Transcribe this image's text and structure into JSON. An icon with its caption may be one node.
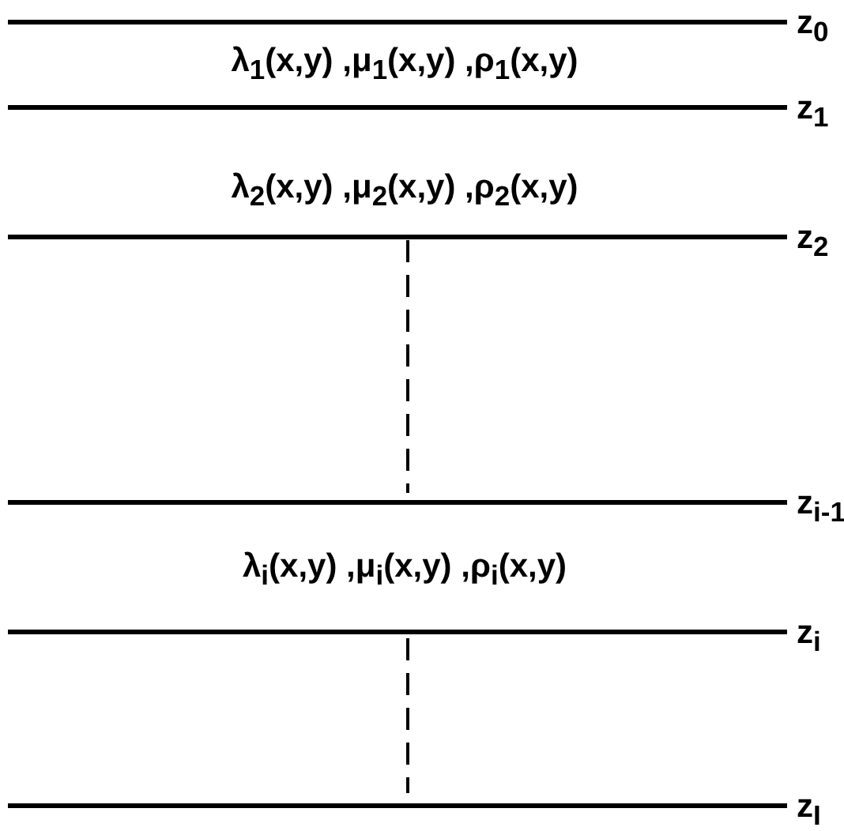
{
  "diagram": {
    "labels": [
      "z$_{0}$",
      "λ$_{1}$(x,y) ,μ$_{1}$(x,y) ,ρ$_{1}$(x,y)",
      "z$_{1}$",
      "λ$_{2}$(x,y) ,μ$_{2}$(x,y) ,ρ$_{2}$(x,y)",
      "z$_{2}$",
      "z$_{i-1}$",
      "λ$_{i}$(x,y) ,μ$_{i}$(x,y) ,ρ$_{i}$(x,y)",
      "z$_{i}$",
      "z$_{I}$"
    ]
  }
}
